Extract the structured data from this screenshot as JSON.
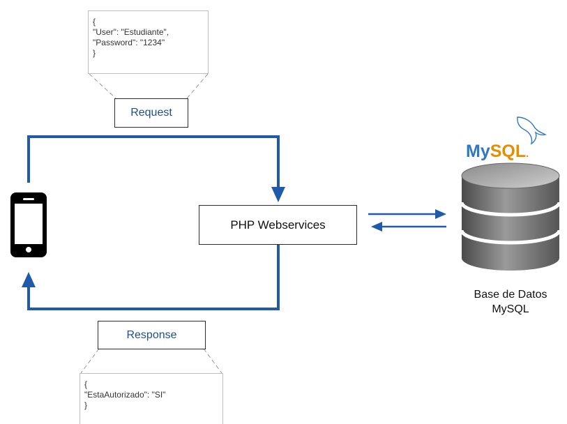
{
  "diagram": {
    "request_label": "Request",
    "response_label": "Response",
    "webservice_label": "PHP Webservices",
    "request_json": [
      "{",
      "\"User\": \"Estudiante\",",
      "\"Password\": \"1234\"",
      "}"
    ],
    "response_json": [
      "{",
      "\"EstaAutorizado\": \"SI\"",
      "}"
    ],
    "database": {
      "logo_text": "MySQL",
      "caption_line1": "Base de Datos",
      "caption_line2": "MySQL"
    },
    "icons": [
      "smartphone-icon",
      "mysql-dolphin-icon",
      "database-cylinder-icon"
    ],
    "colors": {
      "arrow_blue": "#1f5ba8",
      "request_label_text": "#1f4e8c",
      "mysql_blue": "#2f78c4",
      "mysql_orange": "#e48e00"
    }
  }
}
